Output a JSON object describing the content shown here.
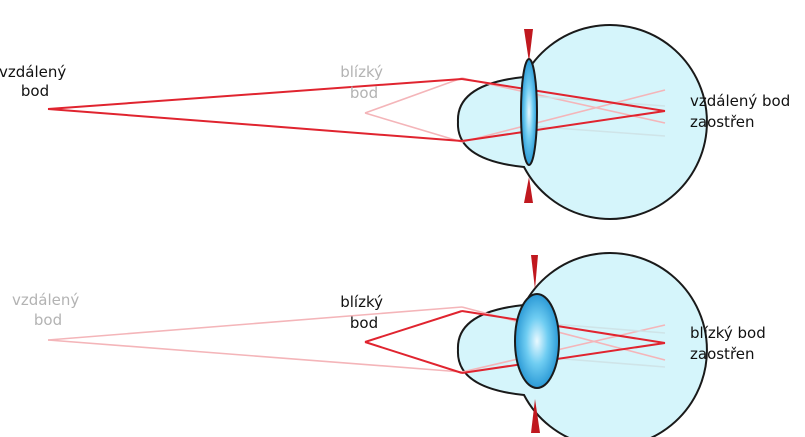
{
  "panels": {
    "top": {
      "far_point_label": [
        "vzdálený",
        "bod"
      ],
      "near_point_label": [
        "blízký",
        "bod"
      ],
      "focus_label": [
        "vzdálený bod",
        "zaostřen"
      ]
    },
    "bottom": {
      "far_point_label": [
        "vzdálený",
        "bod"
      ],
      "near_point_label": [
        "blízký",
        "bod"
      ],
      "focus_label": [
        "blízký bod",
        "zaostřen"
      ]
    }
  },
  "colors": {
    "active_ray": "#e0242f",
    "faded_ray": "#f4b5b9",
    "faint_ray": "#cfe4e8",
    "eye_fill": "#d5f5fb",
    "eye_outline": "#1a1a1a",
    "lens_fill": "#2fb0e6",
    "iris": "#c0181f",
    "active_text": "#111111",
    "faded_text": "#b3b3b3"
  }
}
